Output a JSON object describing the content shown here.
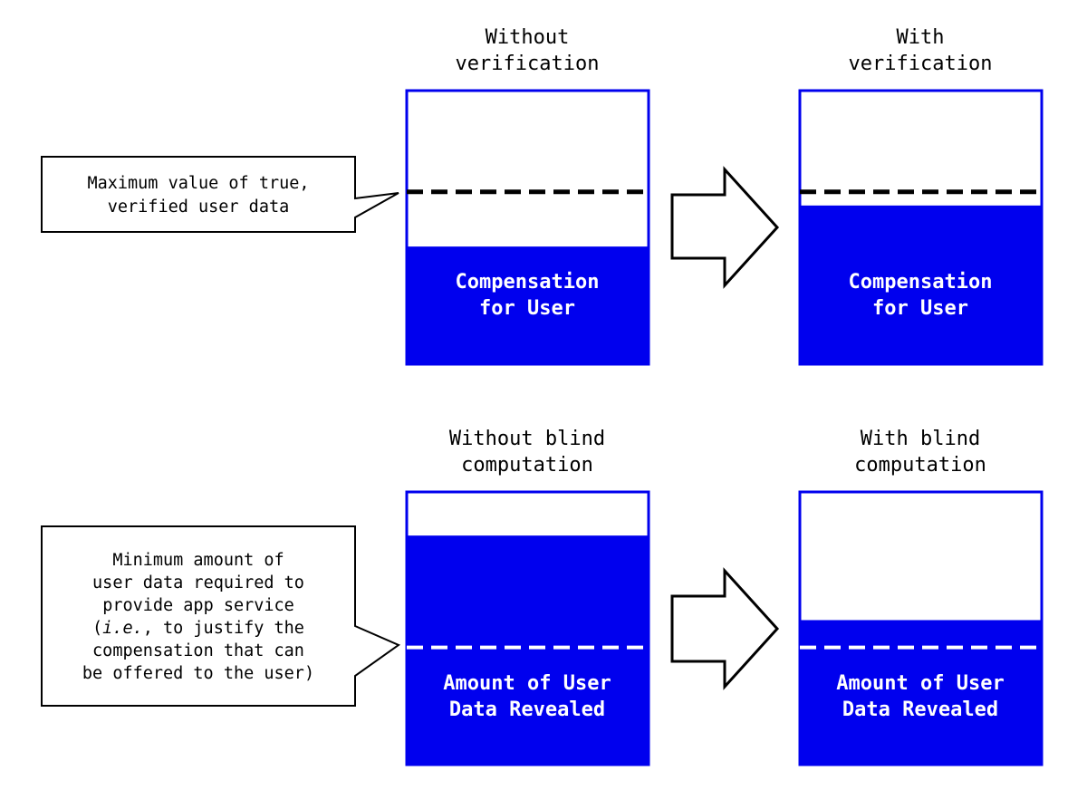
{
  "colors": {
    "fill": "#0000ee",
    "outline": "#0000ee",
    "dash_dark": "#000000",
    "dash_light": "#ffffff"
  },
  "top_row": {
    "left_heading": [
      "Without",
      "verification"
    ],
    "right_heading": [
      "With",
      "verification"
    ],
    "box_label": [
      "Compensation",
      "for User"
    ],
    "callout": [
      "Maximum value of true,",
      "verified user data"
    ],
    "left_fill_level": 0.43,
    "right_fill_level": 0.58,
    "dashed_level": 0.63
  },
  "bottom_row": {
    "left_heading": [
      "Without blind",
      "computation"
    ],
    "right_heading": [
      "With blind",
      "computation"
    ],
    "box_label": [
      "Amount of User",
      "Data Revealed"
    ],
    "callout": [
      "Minimum amount of",
      "user data required to",
      "provide app service",
      "(i.e., to justify the",
      "compensation that can",
      "be offered to the user)"
    ],
    "callout_italic": "i.e.",
    "left_fill_level": 0.84,
    "right_fill_level": 0.53,
    "dashed_level": 0.43
  },
  "arrow_icon": "right-arrow-icon"
}
